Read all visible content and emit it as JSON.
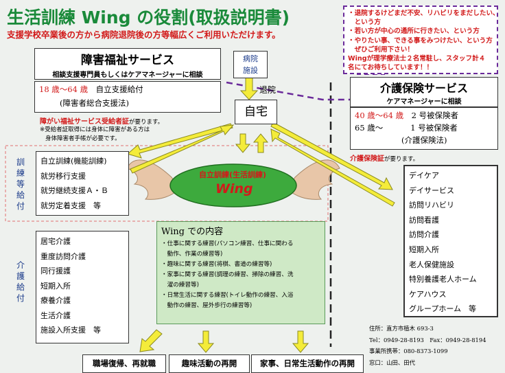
{
  "title": "生活訓練 Wing の役割(取扱説明書)",
  "subtitle": "支援学校卒業後の方から病院退院後の方等幅広くご利用いただけます。",
  "note_box": {
    "lines": [
      "・退院するけどまだ不安、リハビリをまだしたい、",
      "　という方",
      "・若い方が中心の通所に行きたい、という方",
      "・やりたい事、できる事をみつけたい、という方",
      "　ぜひご利用下さい！",
      "Wingが理学療法士２名常駐し、スタッフ計４",
      "名にてお待ちしています！！"
    ]
  },
  "welfare": {
    "title": "障害福祉サービス",
    "subtitle": "相談支援専門員もしくはケアマネージャーに相談",
    "age_range": "18 歳～64 歳",
    "benefit": "自立支援給付",
    "law": "(障害者総合支援法)",
    "cert": "障がい福祉サービス受給者証",
    "cert_suffix": "が要ります。",
    "note1": "※受給者証取得には身体に障害がある方は",
    "note2": "身体障害者手帳が必要です。"
  },
  "hospital": {
    "line1": "病院",
    "line2": "施設"
  },
  "discharge": "退院",
  "home": "自宅",
  "care_insurance": {
    "title": "介護保険サービス",
    "subtitle": "ケアマネージャーに相談",
    "row1_age": "40 歳～64 歳",
    "row1_type": "2 号被保険者",
    "row2_age": "65 歳～",
    "row2_type": "1 号被保険者",
    "law": "(介護保険法)",
    "cert": "介護保険証",
    "cert_suffix": "が要ります。"
  },
  "training_label": [
    "訓",
    "練",
    "等",
    "給",
    "付"
  ],
  "care_label": [
    "介",
    "護",
    "給",
    "付"
  ],
  "training_list": [
    "自立訓練(機能訓練)",
    "就労移行支援",
    "就労継続支援Ａ・Ｂ",
    "就労定着支援　等"
  ],
  "care_list": [
    "居宅介護",
    "重度訪問介護",
    "同行援護",
    "短期入所",
    "療養介護",
    "生活介護",
    "施設入所支援　等"
  ],
  "ellipse": {
    "label": "自立訓練(生活訓練)",
    "name": "Wing"
  },
  "contents": {
    "title": "Wing での内容",
    "items": [
      "・仕事に関する練習(パソコン練習、仕事に関わる",
      "　動作、作業の練習等)",
      "・趣味に関する練習(将棋、書道の練習等)",
      "・家事に関する練習(調理の練習、掃除の練習、洗",
      "　濯の練習等)",
      "・日常生活に関する練習(トイレ動作の練習、入浴",
      "　動作の練習、屋外歩行の練習等)"
    ]
  },
  "care_services": [
    "デイケア",
    "デイサービス",
    "訪問リハビリ",
    "訪問看護",
    "訪問介護",
    "短期入所",
    "老人保健施設",
    "特別養護老人ホーム",
    "ケアハウス",
    "グループホーム　等"
  ],
  "contact": {
    "address": "住所：直方市植木 693-3",
    "tel": "Tel：0949-28-8193　Fax：0949-28-8194",
    "mobile": "事業所携帯：080-8373-1099",
    "window": "窓口：山田、田代"
  },
  "outcomes": [
    "職場復帰、再就職",
    "趣味活動の再開",
    "家事、日常生活動作の再開"
  ],
  "colors": {
    "green": "#1a8a3a",
    "red": "#d21a1a",
    "purple": "#6a2a9a",
    "arrow": "#f4ec3a",
    "ellipse": "#3daa3d"
  }
}
